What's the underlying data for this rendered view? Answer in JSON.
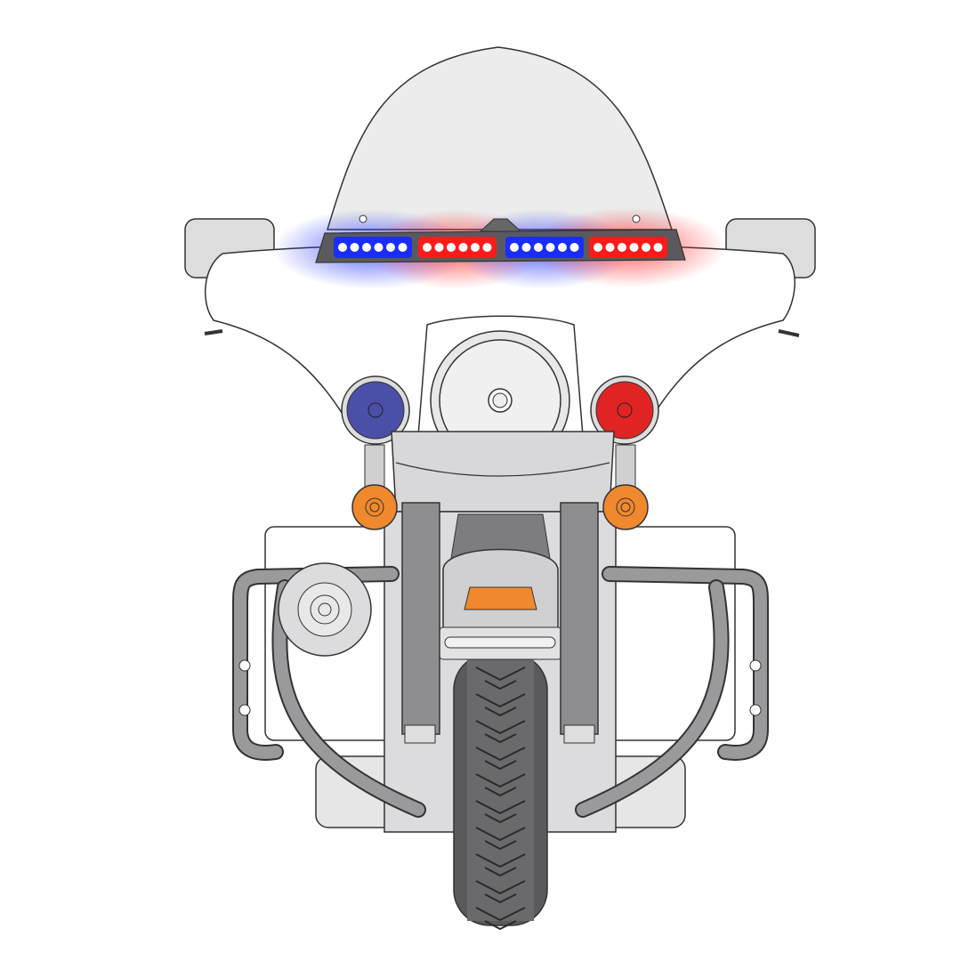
{
  "illustration": {
    "subject": "police-motorcycle-front-view",
    "colors": {
      "background": "#ffffff",
      "outline": "#333333",
      "body_light": "#efefef",
      "body_mid": "#d4d4d6",
      "metal": "#9a9a9c",
      "tire": "#5a5a5c",
      "light_blue": "#1a2cff",
      "light_red": "#ff1a1a",
      "lamp_blue": "#4a4fa8",
      "lamp_red": "#e02424",
      "turn_signal": "#f0882e"
    },
    "lightbar_segments": [
      "blue",
      "red",
      "blue",
      "red"
    ]
  }
}
